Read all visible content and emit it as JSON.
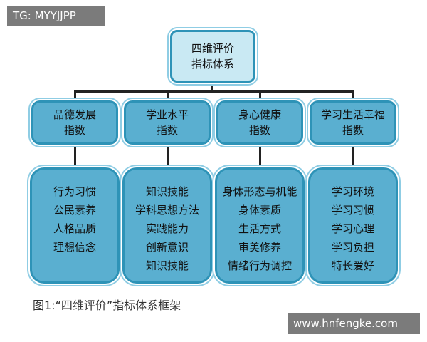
{
  "watermark_top": "TG: MYYJJPP",
  "watermark_bottom": "www.hnfengke.com",
  "root": {
    "line1": "四维评价",
    "line2": "指标体系"
  },
  "categories": [
    {
      "line1": "品德发展",
      "line2": "指数",
      "items": [
        "行为习惯",
        "公民素养",
        "人格品质",
        "理想信念"
      ]
    },
    {
      "line1": "学业水平",
      "line2": "指数",
      "items": [
        "知识技能",
        "学科思想方法",
        "实践能力",
        "创新意识",
        "知识技能"
      ]
    },
    {
      "line1": "身心健康",
      "line2": "指数",
      "items": [
        "身体形态与机能",
        "身体素质",
        "生活方式",
        "审美修养",
        "情绪行为调控"
      ]
    },
    {
      "line1": "学习生活幸福",
      "line2": "指数",
      "items": [
        "学习环境",
        "学习习惯",
        "学习心理",
        "学习负担",
        "特长爱好"
      ]
    }
  ],
  "caption": "图1:“四维评价”指标体系框架",
  "colors": {
    "box_fill": "#5aafd0",
    "box_border": "#2e93b7",
    "root_fill": "#c9e9f3",
    "line": "#222222"
  }
}
